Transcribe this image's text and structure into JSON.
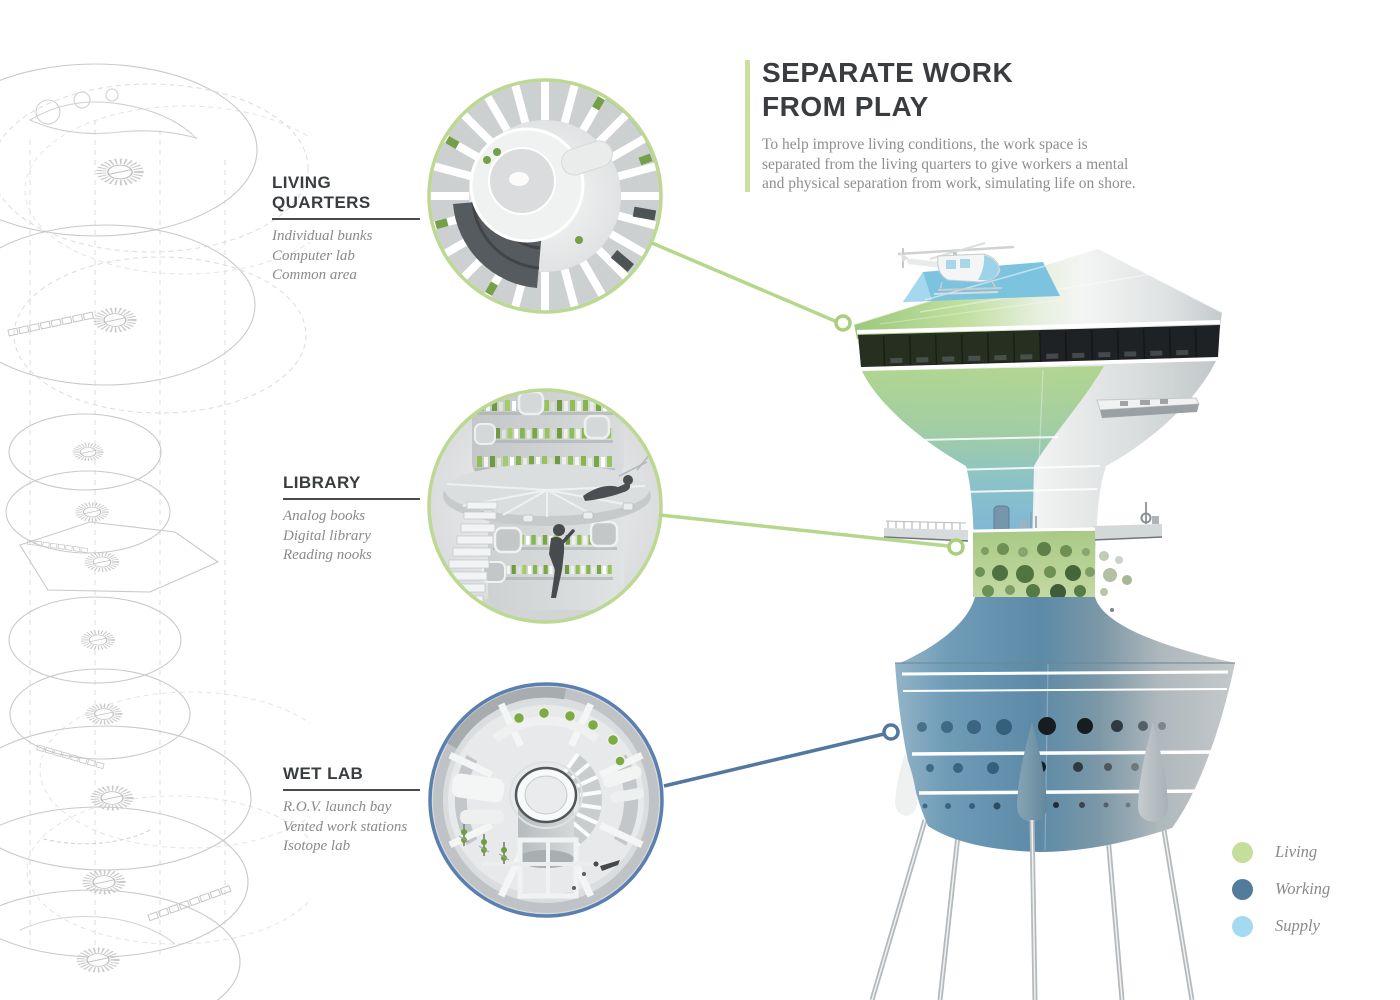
{
  "title_block": {
    "accent_color": "#c9e09e",
    "title_line1": "SEPARATE WORK",
    "title_line2": "FROM PLAY",
    "body": "To help improve living conditions, the work space is separated from the living quarters to give workers a mental and physical separation from work, simulating life on shore."
  },
  "callouts": [
    {
      "id": "living-quarters",
      "label": "LIVING QUARTERS",
      "items": [
        "Individual bunks",
        "Computer lab",
        "Common area"
      ],
      "ring_color": "#bcd892",
      "leader_color": "#b5d78c"
    },
    {
      "id": "library",
      "label": "LIBRARY",
      "items": [
        "Analog books",
        "Digital library",
        "Reading nooks"
      ],
      "ring_color": "#bcd892",
      "leader_color": "#b5d78c"
    },
    {
      "id": "wet-lab",
      "label": "WET LAB",
      "items": [
        "R.O.V. launch bay",
        "Vented work stations",
        "Isotope lab"
      ],
      "ring_color": "#5b7fae",
      "leader_color": "#53779f"
    }
  ],
  "legend": {
    "items": [
      {
        "label": "Living",
        "color": "#c5de9a"
      },
      {
        "label": "Working",
        "color": "#527c99"
      },
      {
        "label": "Supply",
        "color": "#a3d9f1"
      }
    ]
  }
}
